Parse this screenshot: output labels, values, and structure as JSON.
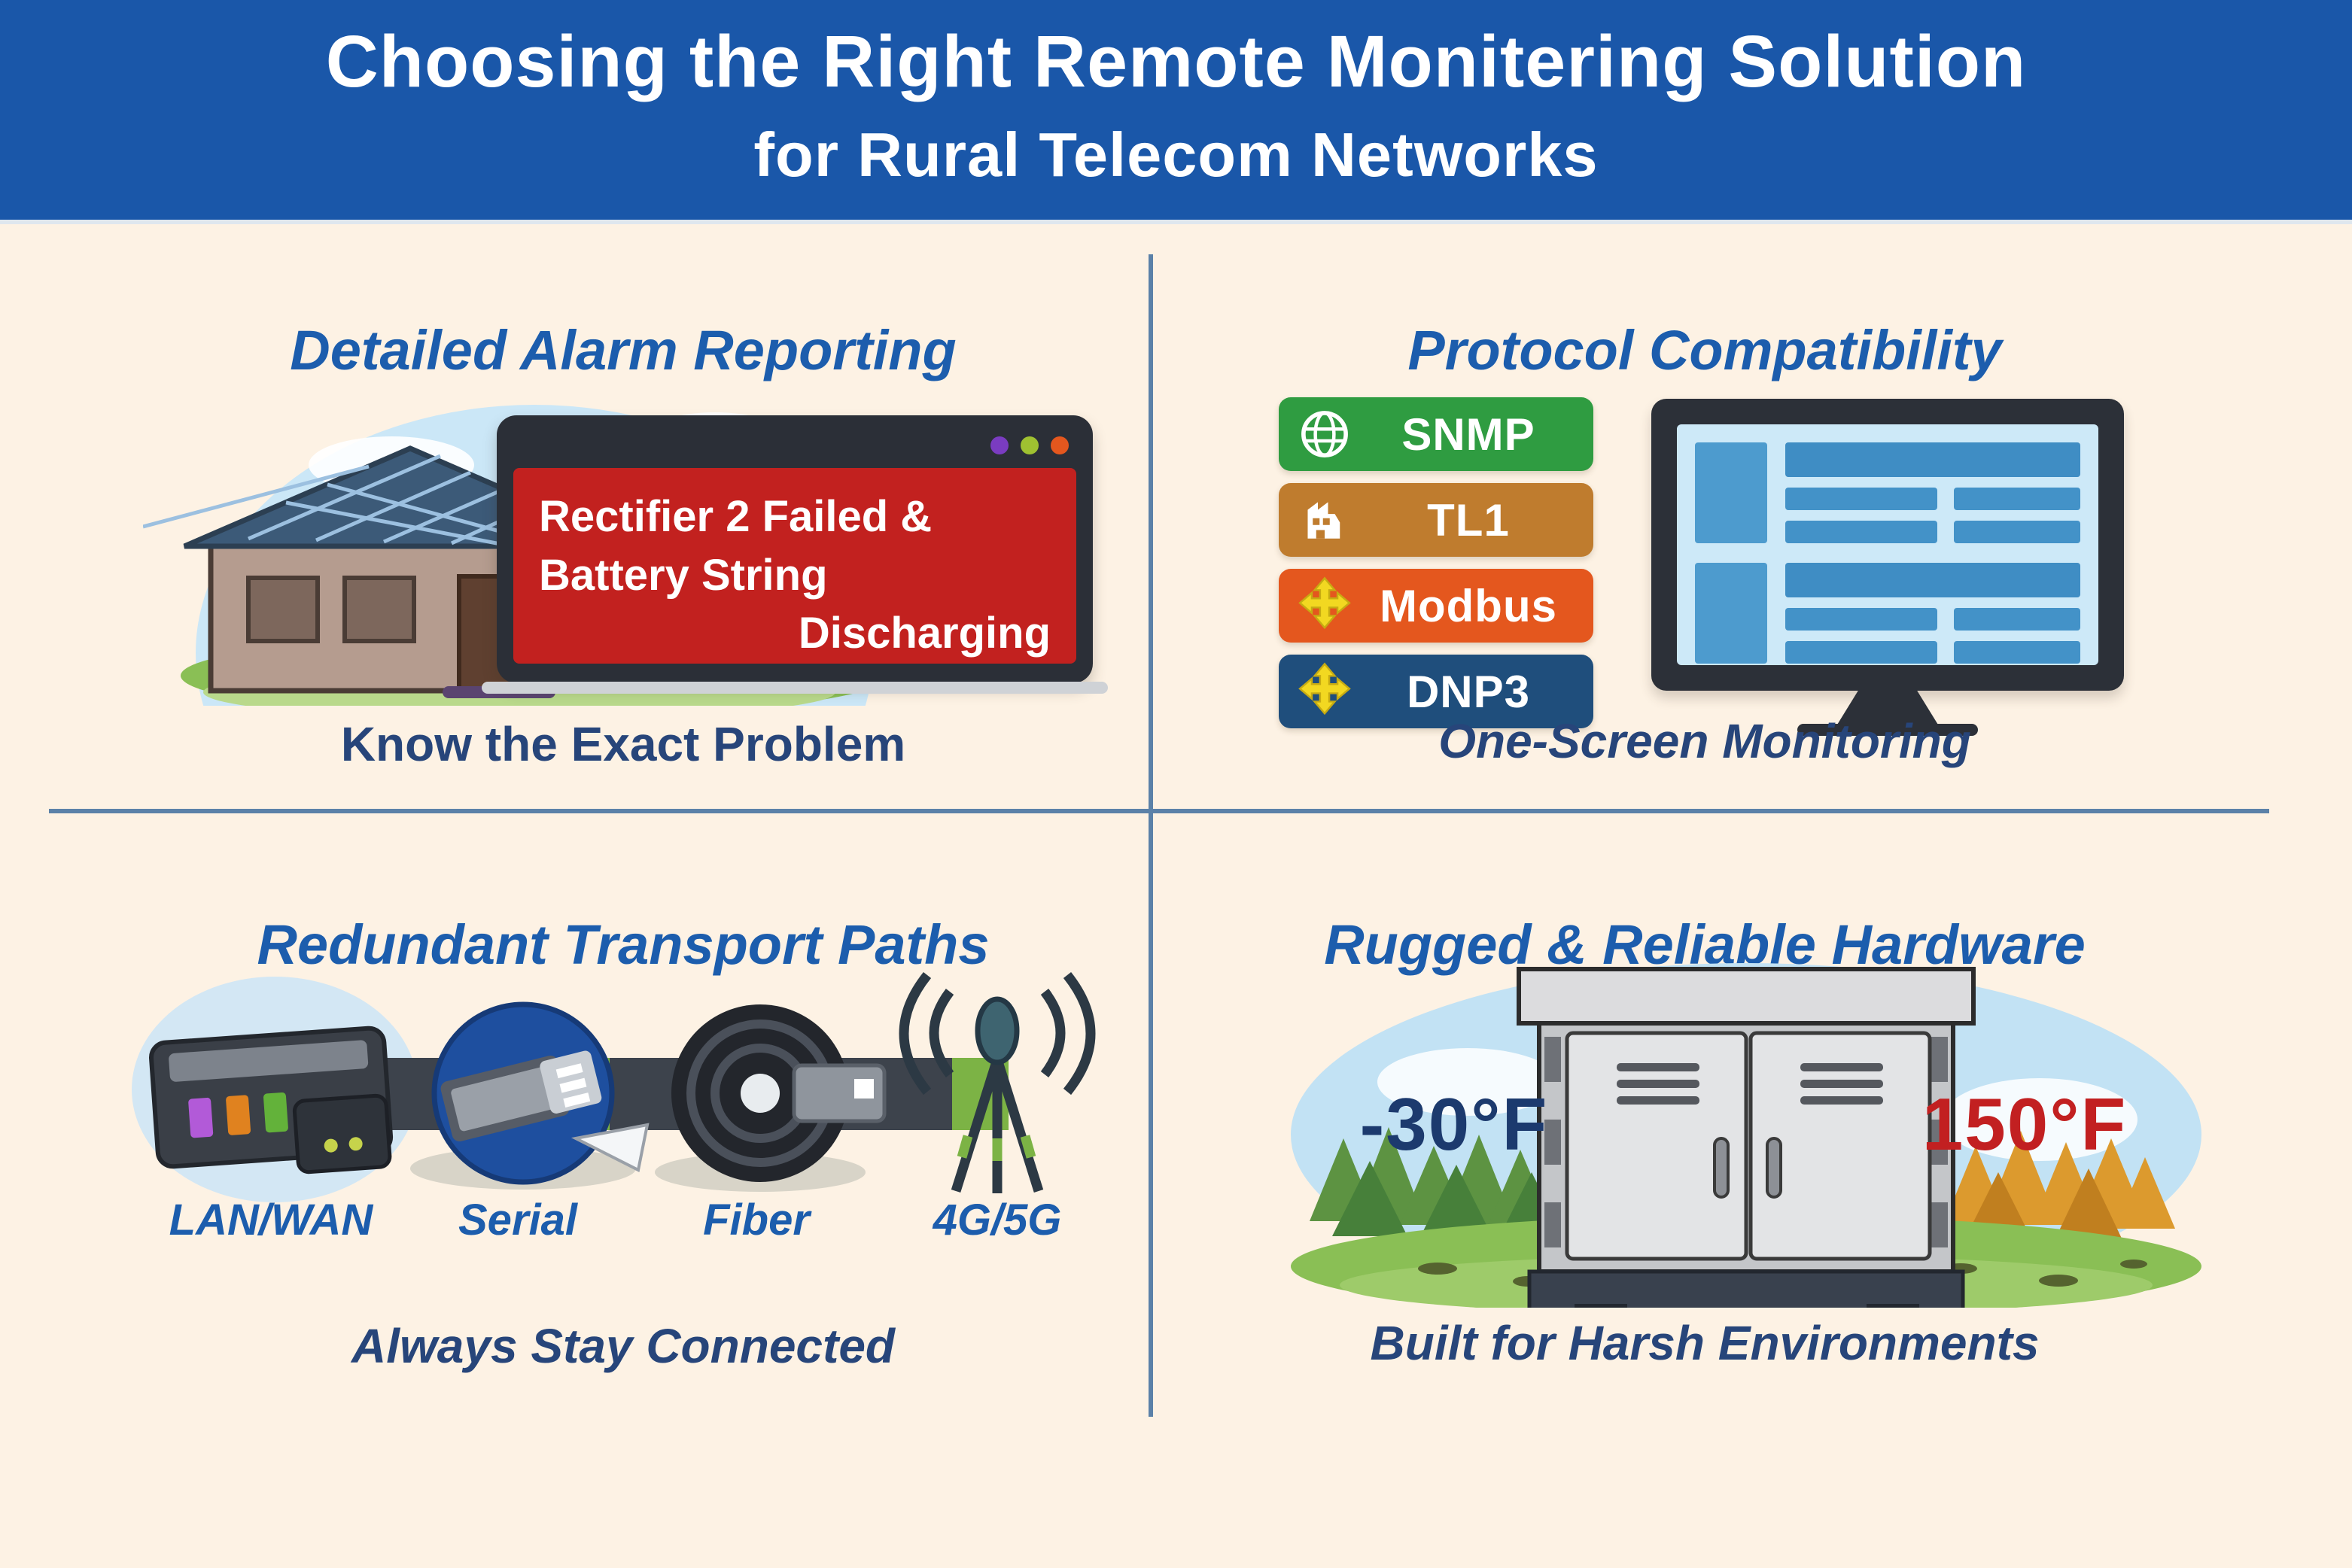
{
  "header": {
    "title_line1": "Choosing the Right Remote Monitering Solution",
    "title_line2": "for Rural Telecom Networks"
  },
  "quadrants": {
    "alarm": {
      "heading": "Detailed Alarm Reporting",
      "alarm_lines": [
        "Rectifier 2 Failed &",
        "Battery String",
        "Discharging"
      ],
      "caption": "Know the Exact Problem"
    },
    "protocol": {
      "heading": "Protocol Compatibility",
      "badges": [
        {
          "label": "SNMP",
          "color": "#2f9c41",
          "icon": "globe-icon"
        },
        {
          "label": "TL1",
          "color": "#bf7c2e",
          "icon": "building-icon"
        },
        {
          "label": "Modbus",
          "color": "#e4571e",
          "icon": "puzzle-cross-icon"
        },
        {
          "label": "DNP3",
          "color": "#1f4e7c",
          "icon": "puzzle-cross-icon"
        }
      ],
      "caption": "One-Screen Monitoring"
    },
    "transport": {
      "heading": "Redundant Transport Paths",
      "labels": [
        "LAN/WAN",
        "Serial",
        "Fiber",
        "4G/5G"
      ],
      "caption": "Always Stay Connected"
    },
    "hardware": {
      "heading": "Rugged & Reliable Hardware",
      "temp_low": "-30°F",
      "temp_high": "150°F",
      "caption": "Built for Harsh Environments"
    }
  },
  "colors": {
    "header_blue": "#1a57a9",
    "background_cream": "#fdf2e4",
    "heading_blue": "#1c5dad",
    "caption_navy": "#27457a",
    "divider_steel_blue": "#5b81a8",
    "alarm_red": "#c2211f",
    "window_frame_dark": "#2b2f37",
    "snmp_green": "#2f9c41",
    "tl1_ochre": "#bf7c2e",
    "modbus_orange": "#e4571e",
    "dnp3_blue": "#1f4e7c",
    "protocol_icon_yellow": "#f2d821",
    "monitor_screen_blue": "#cde9f8",
    "monitor_bar_blue": "#4392c8",
    "temp_low_navy": "#1c3a6e",
    "temp_high_red": "#c22021",
    "grass_green": "#8abf55",
    "sky_blue": "#cbe7f7"
  }
}
